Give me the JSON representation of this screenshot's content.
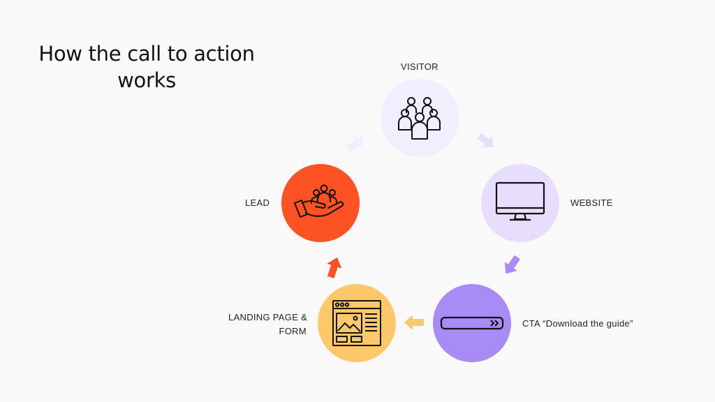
{
  "title": {
    "line1": "How the call to action",
    "line2": "works"
  },
  "nodes": {
    "visitor": {
      "label": "VISITOR",
      "color": "#f3eefd",
      "icon": "people-group-icon"
    },
    "website": {
      "label": "WEBSITE",
      "color": "#e7defb",
      "icon": "desktop-monitor-icon"
    },
    "cta": {
      "label": "CTA “Download the guide”",
      "color": "#a88bf5",
      "icon": "button-bar-icon"
    },
    "landing": {
      "label_line1": "LANDING PAGE &",
      "label_line2": "FORM",
      "color": "#fdc86a",
      "icon": "webpage-form-icon"
    },
    "lead": {
      "label": "LEAD",
      "color": "#fd5224",
      "icon": "hand-holding-people-icon"
    }
  },
  "arrows": {
    "visitor_to_website": "#e7defb",
    "website_to_cta": "#a88bf5",
    "cta_to_landing": "#fdc86a",
    "landing_to_lead": "#fd5224",
    "lead_to_visitor": "#f3eefd"
  }
}
